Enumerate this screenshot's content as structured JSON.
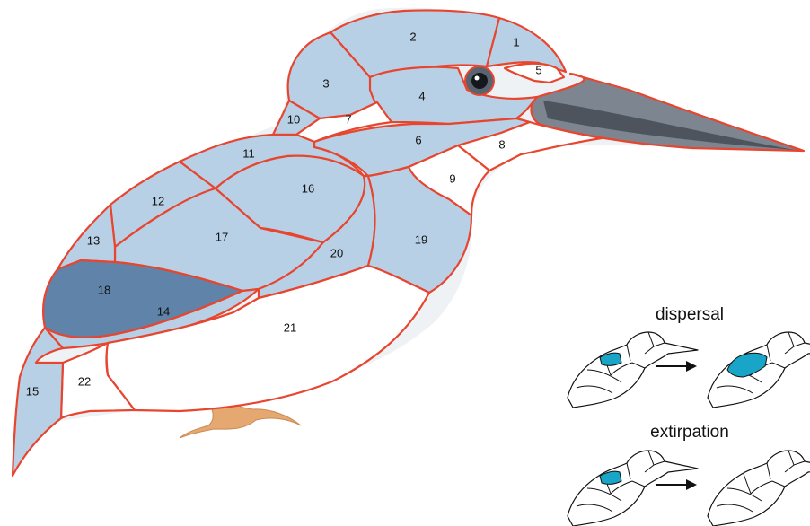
{
  "regions": [
    {
      "id": "1",
      "label": "1",
      "color": "#b7d0e6"
    },
    {
      "id": "2",
      "label": "2",
      "color": "#b7d0e6"
    },
    {
      "id": "3",
      "label": "3",
      "color": "#b7d0e6"
    },
    {
      "id": "4",
      "label": "4",
      "color": "#b7d0e6"
    },
    {
      "id": "5",
      "label": "5",
      "color": "#ffffff"
    },
    {
      "id": "6",
      "label": "6",
      "color": "#b7d0e6"
    },
    {
      "id": "7",
      "label": "7",
      "color": "#ffffff"
    },
    {
      "id": "8",
      "label": "8",
      "color": "#ffffff"
    },
    {
      "id": "9",
      "label": "9",
      "color": "#ffffff"
    },
    {
      "id": "10",
      "label": "10",
      "color": "#b7d0e6"
    },
    {
      "id": "11",
      "label": "11",
      "color": "#b7d0e6"
    },
    {
      "id": "12",
      "label": "12",
      "color": "#b7d0e6"
    },
    {
      "id": "13",
      "label": "13",
      "color": "#b7d0e6"
    },
    {
      "id": "14",
      "label": "14",
      "color": "#b7d0e6"
    },
    {
      "id": "15",
      "label": "15",
      "color": "#b7d0e6"
    },
    {
      "id": "16",
      "label": "16",
      "color": "#b7d0e6"
    },
    {
      "id": "17",
      "label": "17",
      "color": "#b7d0e6"
    },
    {
      "id": "18",
      "label": "18",
      "color": "#5f83a9"
    },
    {
      "id": "19",
      "label": "19",
      "color": "#b7d0e6"
    },
    {
      "id": "20",
      "label": "20",
      "color": "#b7d0e6"
    },
    {
      "id": "21",
      "label": "21",
      "color": "#ffffff"
    },
    {
      "id": "22",
      "label": "22",
      "color": "#ffffff"
    }
  ],
  "colors": {
    "outline": "#e8452f",
    "plumage": "#b7d0e6",
    "wing_dark": "#5f83a9",
    "beak": "#7c8590",
    "foot": "#e4a870",
    "highlight": "#19a5c8",
    "arrow": "#111111"
  },
  "legend": {
    "dispersal_label": "dispersal",
    "extirpation_label": "extirpation"
  }
}
